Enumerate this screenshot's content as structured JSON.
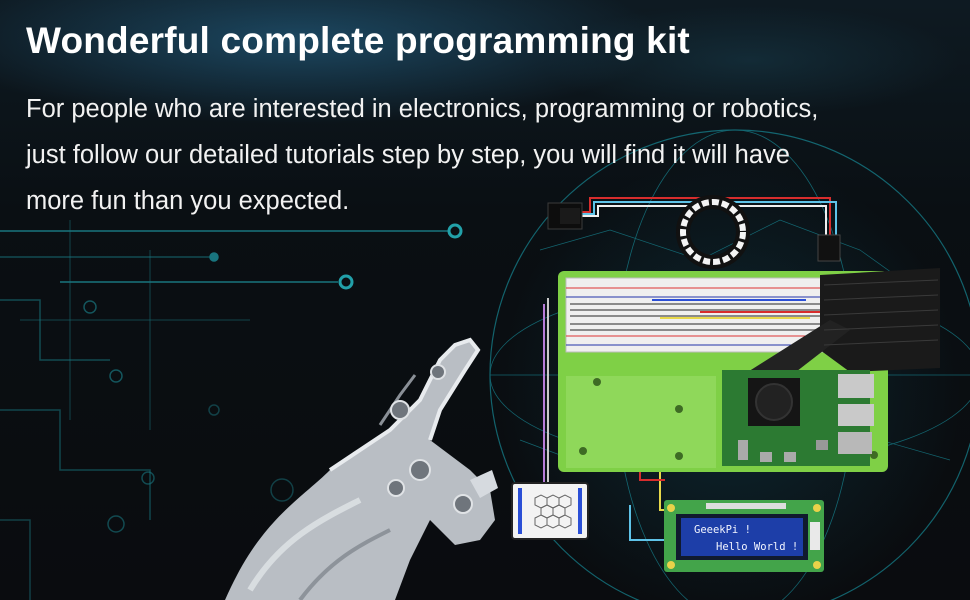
{
  "headline": "Wonderful complete programming kit",
  "body_lines": [
    "For people who are interested in electronics, programming or robotics,",
    "just follow our detailed tutorials step by step, you will find it will have",
    "more fun than you expected."
  ],
  "lcd": {
    "line1": "GeeekPi !",
    "line2": "Hello  World !"
  },
  "colors": {
    "background": "#0b0f12",
    "accent_cyan": "#1fc9d4",
    "board_green": "#7fd046",
    "lcd_blue": "#1d3ea8"
  },
  "icons": [
    "robot-hand-icon",
    "globe-icon",
    "breadboard-icon",
    "raspberry-pi-board-icon",
    "lcd-display-icon",
    "led-ring-icon",
    "touch-sensor-icon"
  ]
}
